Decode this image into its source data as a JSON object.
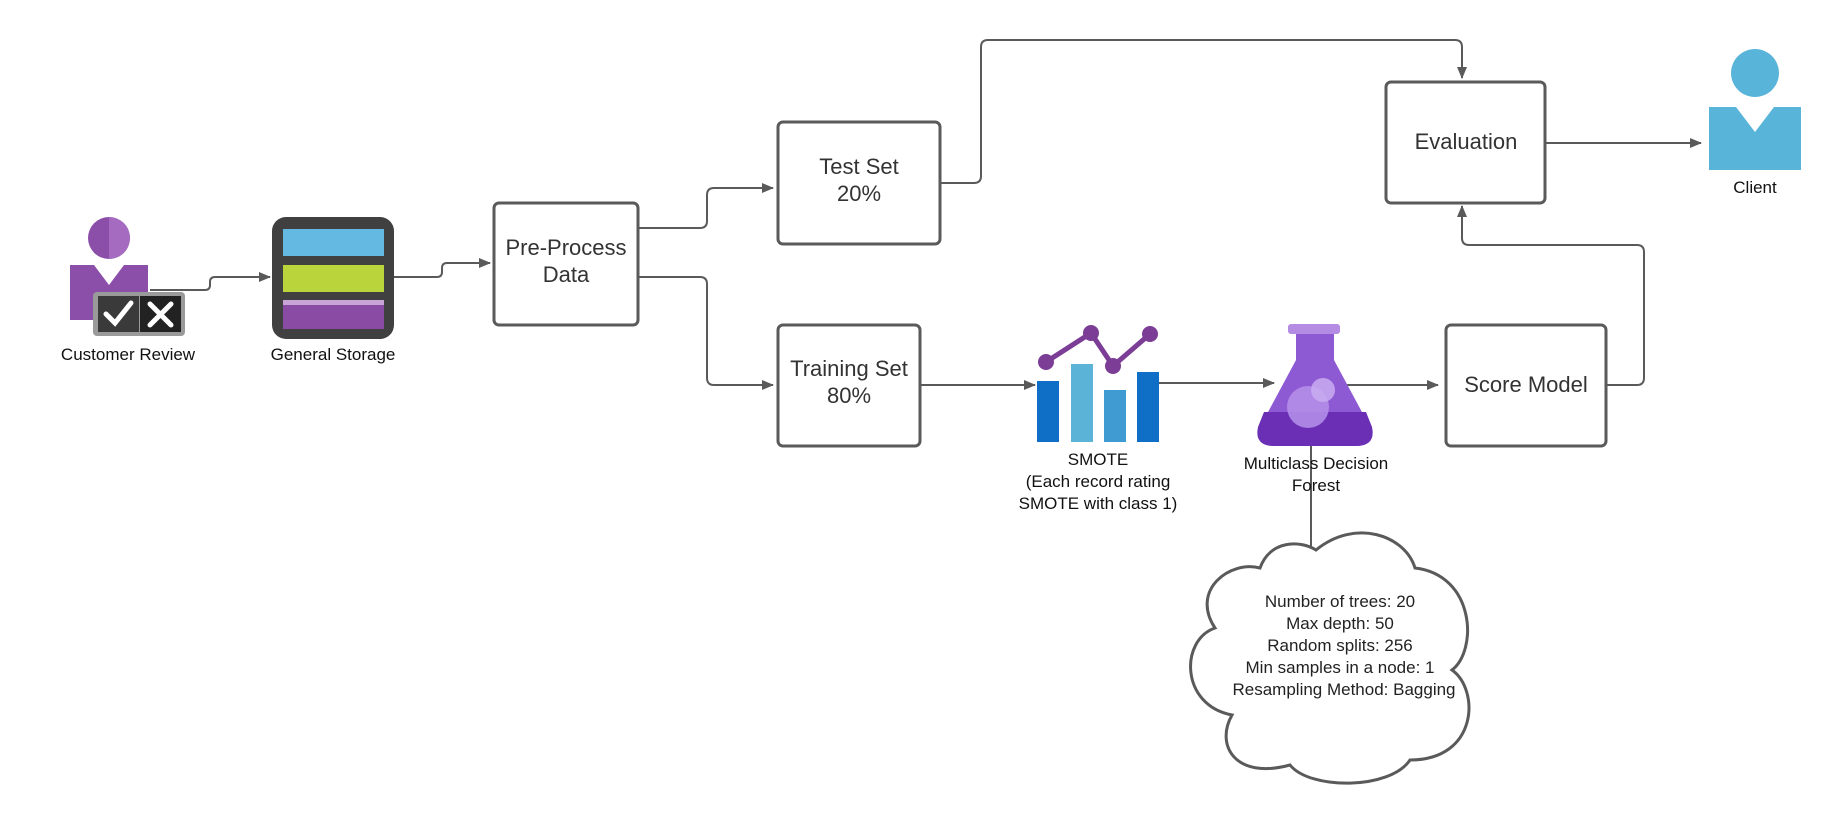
{
  "nodes": {
    "customer_review": {
      "label": "Customer Review"
    },
    "general_storage": {
      "label": "General Storage"
    },
    "preprocess": {
      "line1": "Pre-Process",
      "line2": "Data"
    },
    "test_set": {
      "line1": "Test Set",
      "line2": "20%"
    },
    "training_set": {
      "line1": "Training Set",
      "line2": "80%"
    },
    "smote": {
      "line1": "SMOTE",
      "line2": "(Each record rating",
      "line3": "SMOTE with class 1)"
    },
    "forest": {
      "line1": "Multiclass Decision",
      "line2": "Forest"
    },
    "score_model": {
      "label": "Score Model"
    },
    "evaluation": {
      "label": "Evaluation"
    },
    "client": {
      "label": "Client"
    }
  },
  "parameters": [
    "Number of trees: 20",
    "Max depth: 50",
    "Random splits: 256",
    "Min samples in a node: 1",
    "Resampling Method: Bagging"
  ],
  "colors": {
    "box_stroke": "#5a5a5a",
    "edge": "#5a5a5a",
    "customer_purple": "#8b4fa9",
    "client_blue": "#59b4d9",
    "storage_frame": "#404040",
    "storage_blue": "#63b9e2",
    "storage_green": "#bad43c",
    "storage_purple": "#8a4ba5",
    "chart_dark_blue": "#0f6fc6",
    "chart_light_blue": "#5bb4d8",
    "chart_purple": "#7b3d95",
    "flask_purple": "#7c3fc6"
  },
  "icons": {
    "customer_review": "user-review-icon",
    "general_storage": "storage-icon",
    "smote": "bar-line-chart-icon",
    "forest": "flask-icon",
    "client": "user-icon"
  }
}
